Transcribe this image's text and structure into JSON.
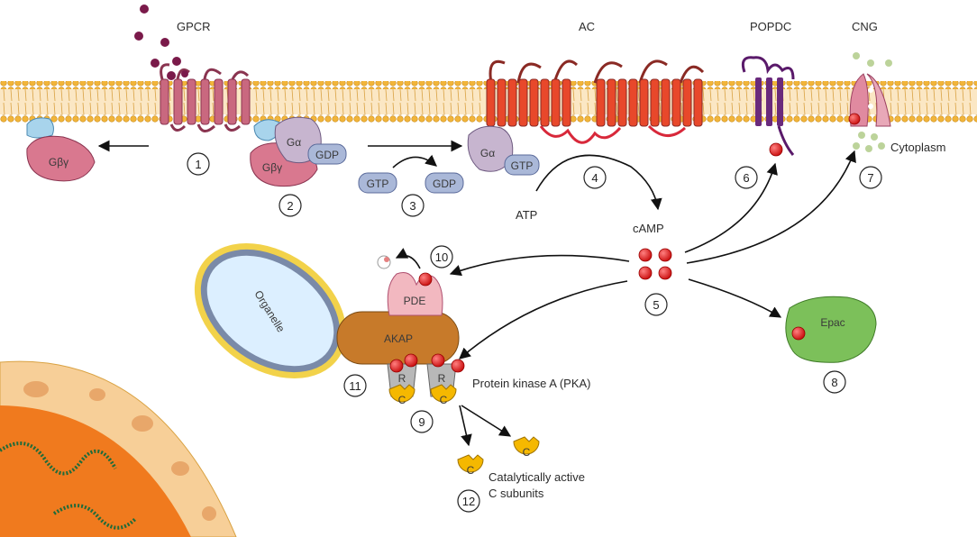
{
  "labels": {
    "gpcr": "GPCR",
    "ac": "AC",
    "popdc": "POPDC",
    "cng": "CNG",
    "cytoplasm": "Cytoplasm",
    "atp": "ATP",
    "camp": "cAMP",
    "pka": "Protein kinase A (PKA)",
    "catalytic_line1": "Catalytically active",
    "catalytic_line2": "C subunits",
    "organelle": "Organelle",
    "akap": "AKAP",
    "pde": "PDE",
    "epac": "Epac",
    "galpha": "Gα",
    "gbetagamma": "Gβγ",
    "gdp": "GDP",
    "gtp": "GTP",
    "r": "R",
    "c": "C"
  },
  "steps": [
    "1",
    "2",
    "3",
    "4",
    "5",
    "6",
    "7",
    "8",
    "9",
    "10",
    "11",
    "12"
  ],
  "colors": {
    "membrane": "#f0b63c",
    "receptor": "#c9687f",
    "ac": "#e8482b",
    "popdc": "#6a2a7c",
    "camp": "#e02020",
    "akap": "#c77a2a",
    "pde": "#f2b8c0",
    "epac": "#7cc05a",
    "c_subunit": "#f5b800",
    "nucleus": "#f07a1e"
  }
}
